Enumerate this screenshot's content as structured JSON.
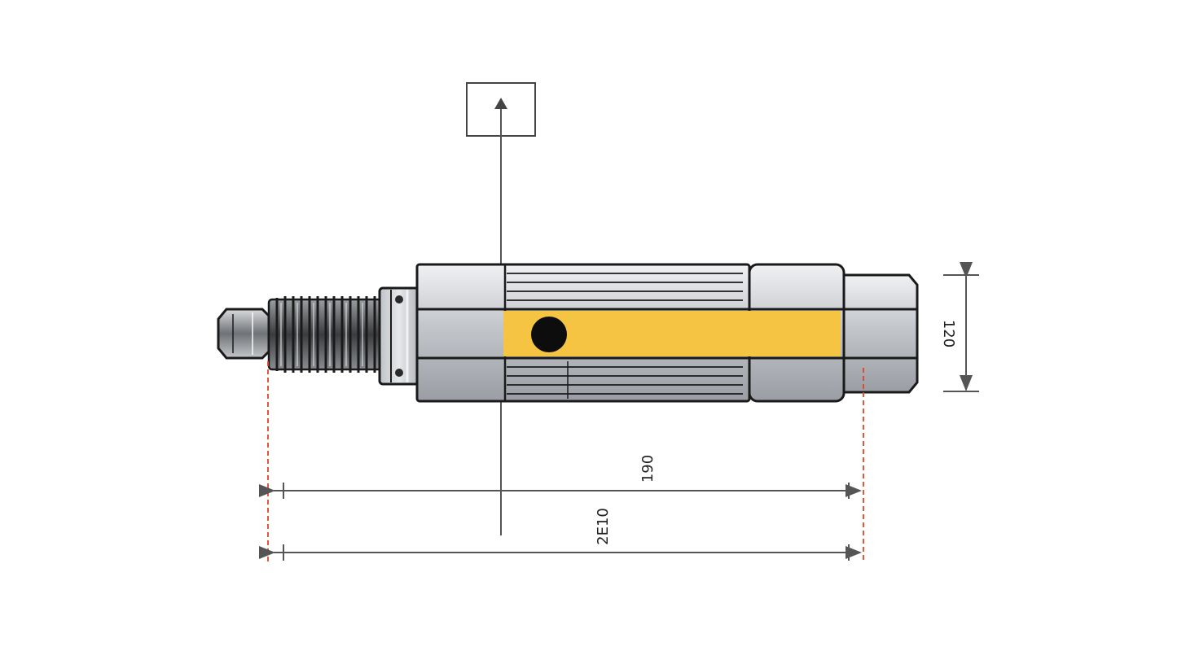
{
  "drawing": {
    "dimensions": {
      "inner_length_label": "190",
      "overall_length_label": "2E10",
      "height_label": "120"
    }
  },
  "colors": {
    "background": "#ffffff",
    "outline": "#1a1a1a",
    "body_steel": "#c9cbcf",
    "steel_light": "#e3e5e8",
    "steel_dark": "#8e9196",
    "highlight_strip": "#f6c443",
    "dimension_line": "#555555",
    "extension_line": "#e0442a"
  },
  "icons": {
    "datum_marker": "arrow-up-in-box-icon",
    "marker_dot": "filled-circle-icon"
  }
}
